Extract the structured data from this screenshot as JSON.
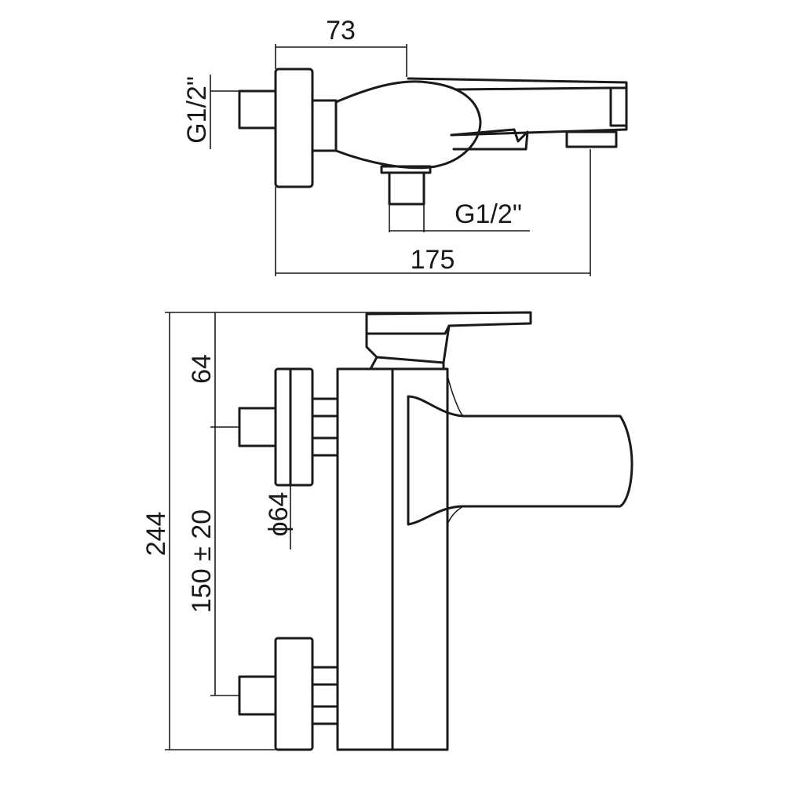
{
  "top_view": {
    "dim_width": "73",
    "dim_length": "175",
    "thread_inlet": "G1/2\"",
    "thread_outlet": "G1/2\""
  },
  "front_view": {
    "dim_top": "64",
    "dim_total_height": "244",
    "dim_centers": "150 ± 20",
    "dim_diameter": "ϕ64"
  },
  "colors": {
    "line": "#1a1a1a",
    "background": "#ffffff"
  }
}
